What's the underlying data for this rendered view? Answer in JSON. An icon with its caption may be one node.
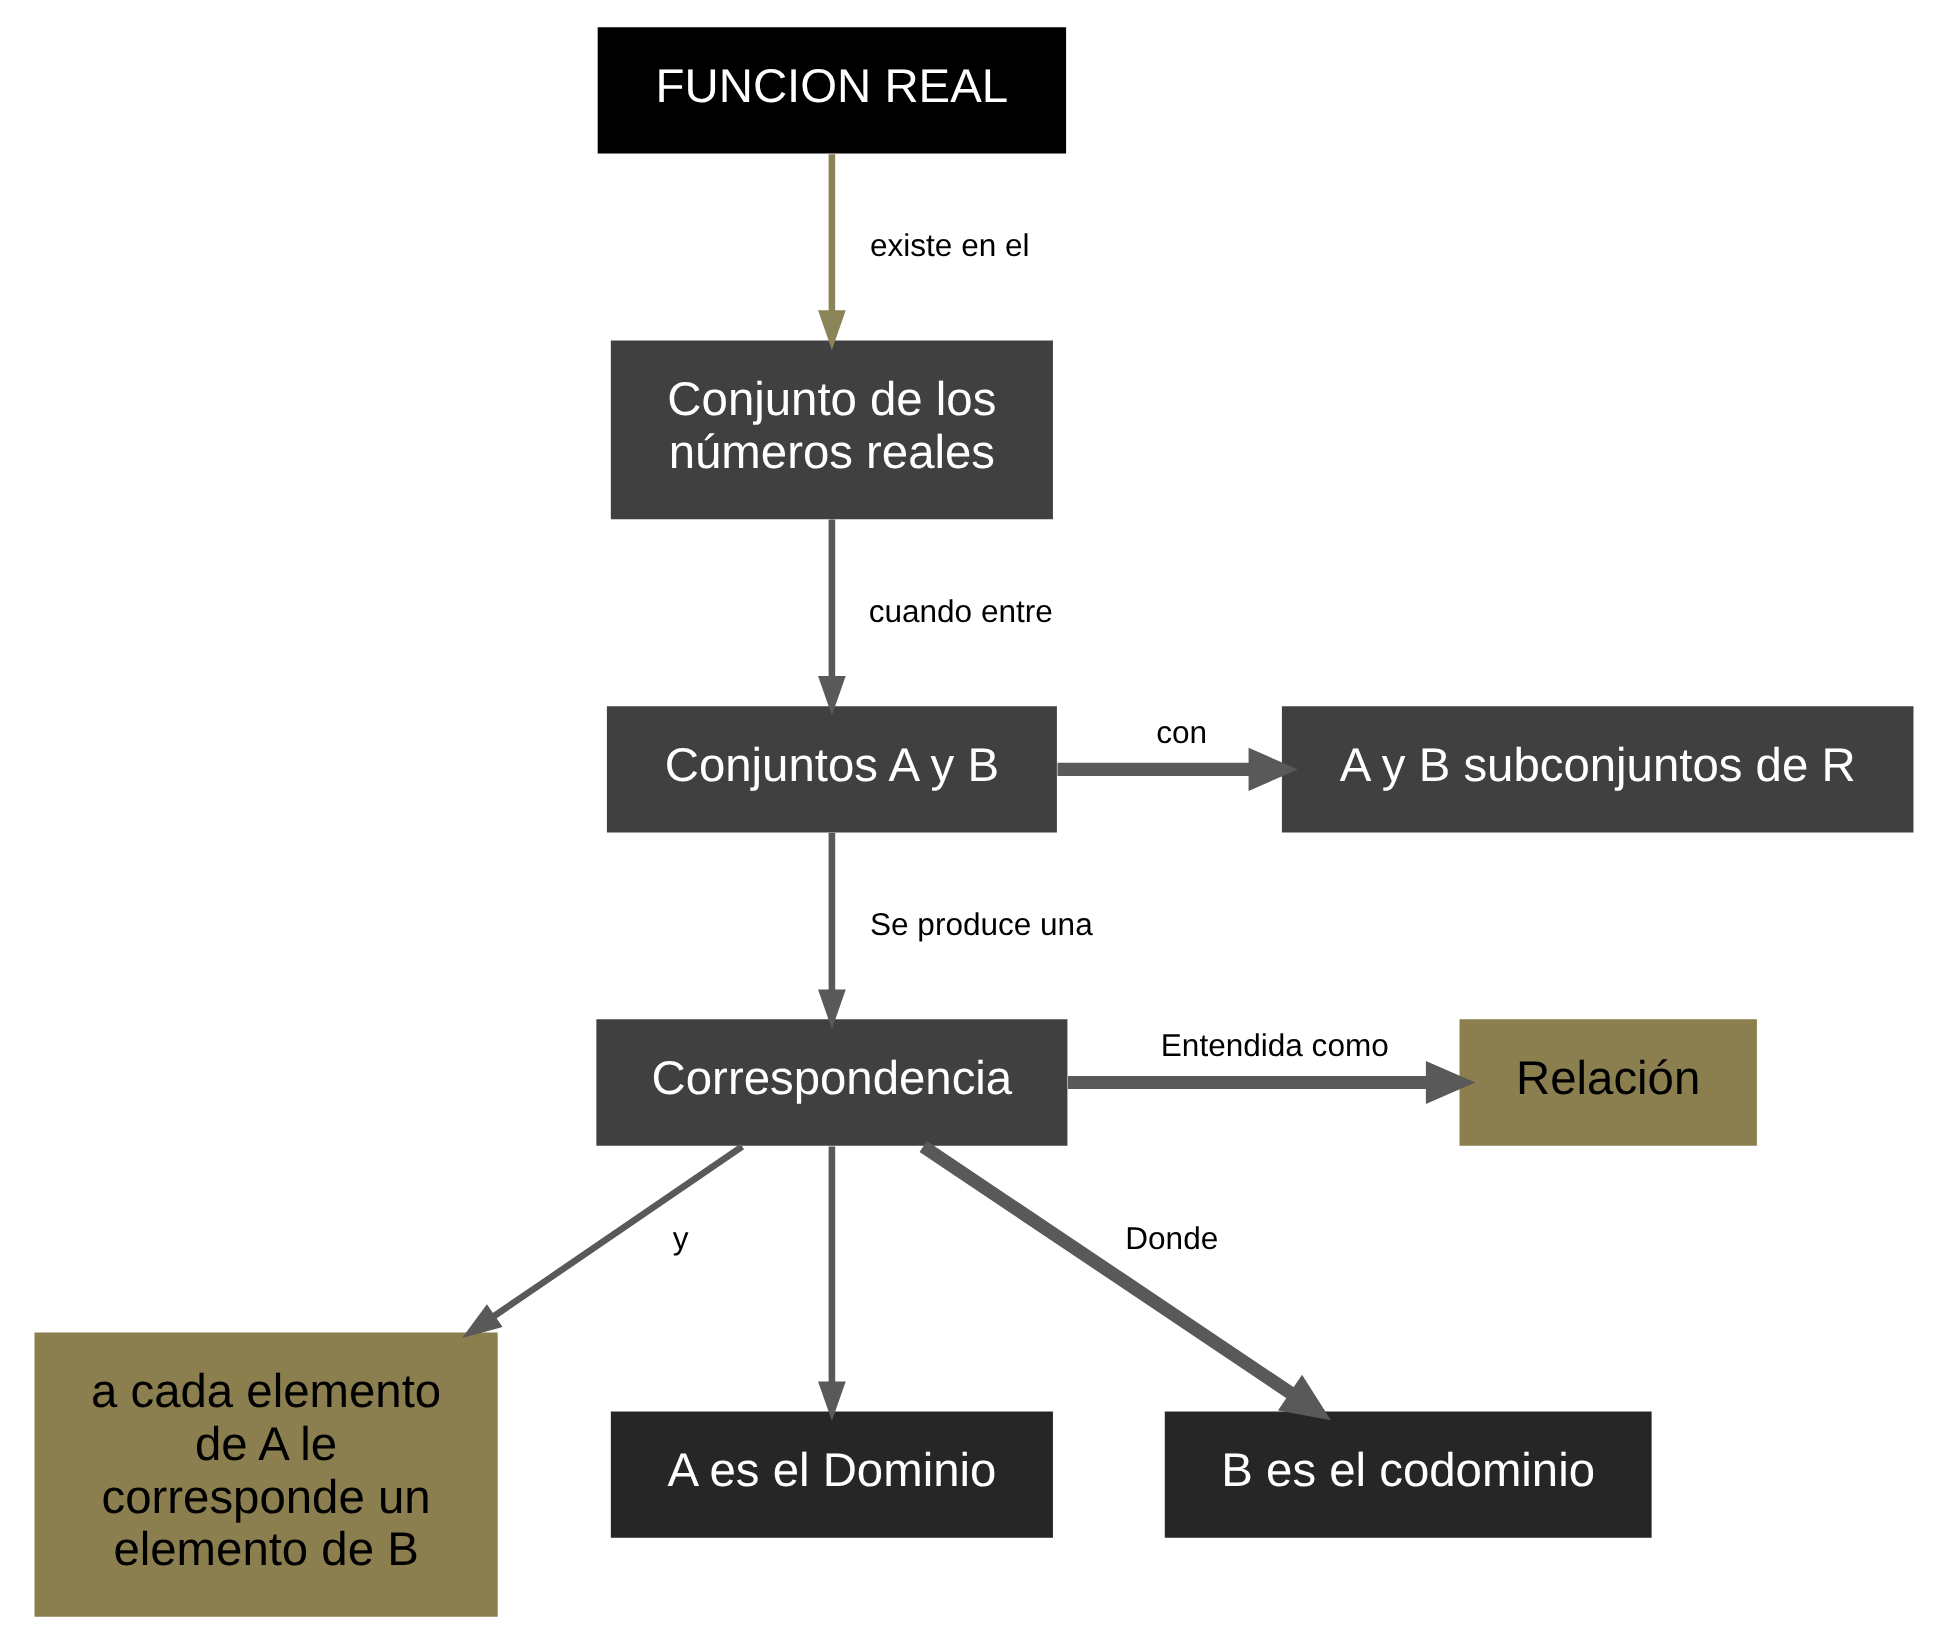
{
  "diagram": {
    "nodes": [
      {
        "text": [
          "FUNCION REAL"
        ]
      },
      {
        "text": [
          "Conjunto de los números reales"
        ]
      },
      {
        "text": [
          "Conjuntos A y B"
        ]
      },
      {
        "text": [
          "A y B subconjuntos de R"
        ]
      },
      {
        "text": [
          "Correspondencia"
        ]
      },
      {
        "text": [
          "Relación"
        ]
      },
      {
        "text": [
          "a cada elemento de A le corresponde un elemento de B"
        ]
      },
      {
        "text": [
          "A es el Dominio"
        ]
      },
      {
        "text": [
          "B es el codominio"
        ]
      }
    ],
    "edges": [
      {
        "from": 0,
        "to": 1,
        "arrow": "to",
        "label": "existe en el",
        "color": "#8c8459"
      },
      {
        "from": 1,
        "to": 2,
        "arrow": "to",
        "label": "cuando entre"
      },
      {
        "from": 2,
        "to": 3,
        "arrow": "to",
        "label": "con",
        "style": "thick"
      },
      {
        "from": 2,
        "to": 4,
        "arrow": "to",
        "label": "Se produce una"
      },
      {
        "from": 4,
        "to": 5,
        "arrow": "to",
        "label": "Entendida como",
        "style": "thick"
      },
      {
        "from": 4,
        "to": 6,
        "arrow": "to",
        "label": "y"
      },
      {
        "from": 4,
        "to": 7,
        "arrow": "to"
      },
      {
        "from": 4,
        "to": 8,
        "arrow": "to",
        "label": "Donde",
        "style": "thick"
      }
    ]
  }
}
